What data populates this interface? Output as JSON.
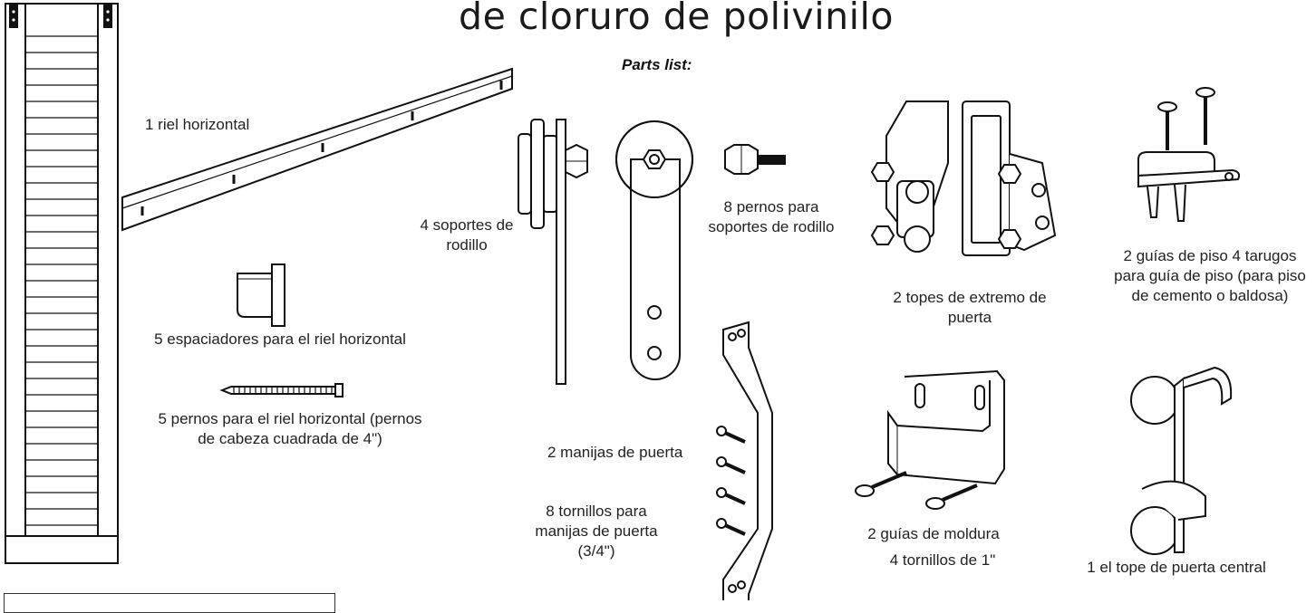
{
  "title": "de cloruro de polivinilo",
  "parts_list_heading": "Parts list:",
  "parts": {
    "rail": "1 riel horizontal",
    "spacers": "5 espaciadores para el riel horizontal",
    "rail_bolts": "5 pernos para el riel horizontal (pernos de cabeza cuadrada de 4\")",
    "roller_brackets": "4 soportes de rodillo",
    "roller_bolts": "8 pernos para soportes de rodillo",
    "door_stops": "2 topes de extremo de puerta",
    "floor_guides": "2 guías de piso 4 tarugos para guía de piso (para piso de cemento o baldosa)",
    "handles": "2 manijas de puerta",
    "handle_screws": "8 tornillos para manijas de puerta (3/4\")",
    "molding_guides": "2 guías de moldura",
    "molding_screws": "4 tornillos de 1\"",
    "center_stop": "1 el tope de puerta central"
  }
}
